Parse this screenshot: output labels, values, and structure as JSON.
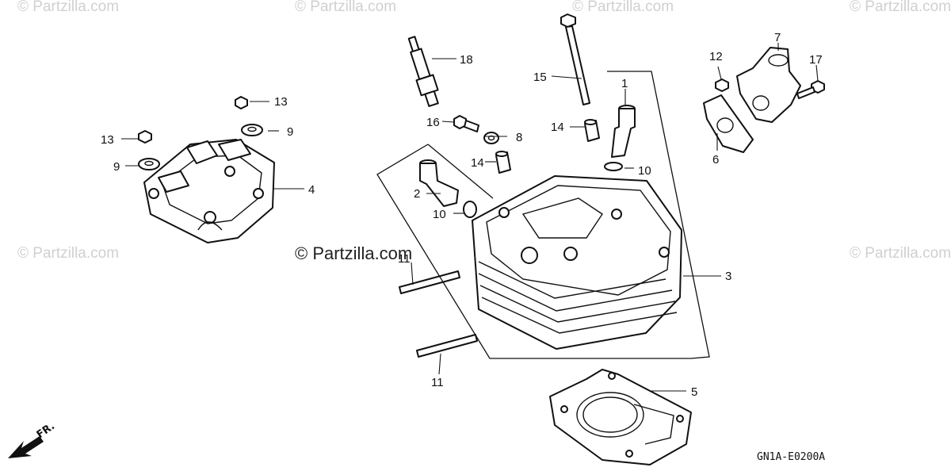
{
  "watermarks": {
    "corner_text": "© Partzilla.com",
    "center_text": "© Partzilla.com"
  },
  "diagram_code": "GN1A-E0200A",
  "front_indicator": "FR.",
  "callouts": {
    "c1": "1",
    "c2": "2",
    "c3": "3",
    "c4": "4",
    "c5": "5",
    "c6": "6",
    "c7": "7",
    "c8": "8",
    "c9a": "9",
    "c9b": "9",
    "c10a": "10",
    "c10b": "10",
    "c11a": "11",
    "c11b": "11",
    "c12": "12",
    "c13a": "13",
    "c13b": "13",
    "c14a": "14",
    "c14b": "14",
    "c15": "15",
    "c16": "16",
    "c17": "17",
    "c18": "18"
  }
}
